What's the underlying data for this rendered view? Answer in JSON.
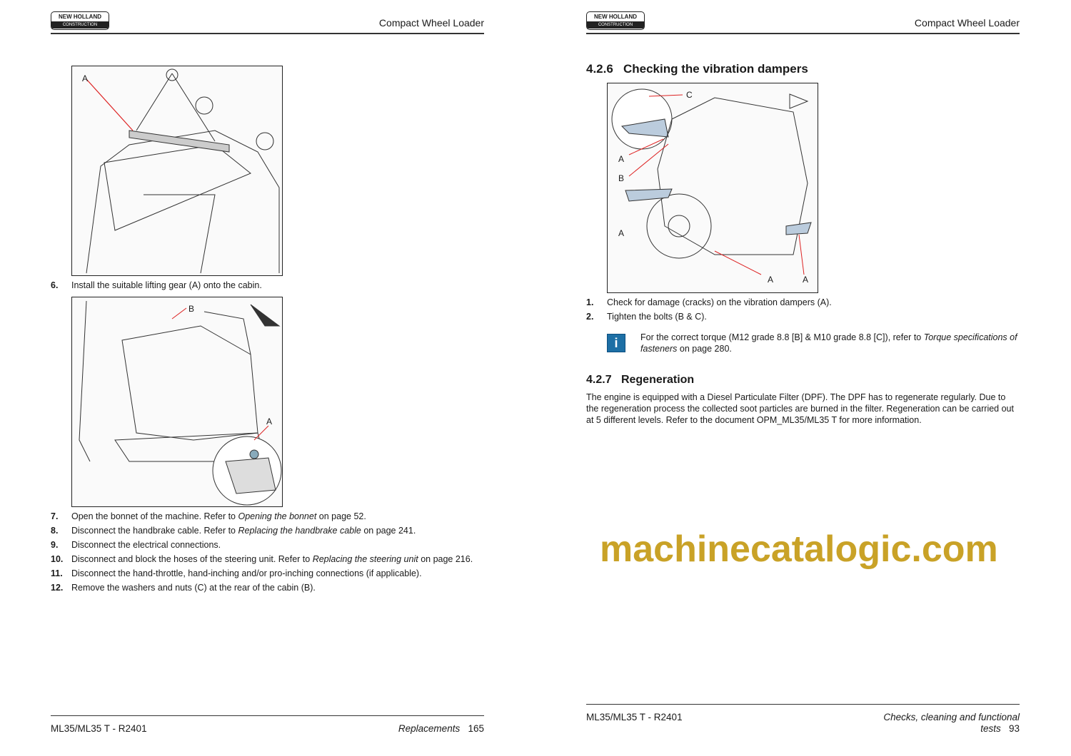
{
  "left": {
    "logo": {
      "brand": "NEW HOLLAND",
      "sub": "CONSTRUCTION"
    },
    "header": "Compact Wheel Loader",
    "fig1_labels": [
      "A"
    ],
    "fig2_labels": [
      "B",
      "A"
    ],
    "step6": {
      "n": "6.",
      "text": "Install the suitable lifting gear (A) onto the cabin."
    },
    "steps": [
      {
        "n": "7.",
        "pre": "Open the bonnet of the machine. Refer to ",
        "ref": "Opening the bonnet",
        "post": " on page 52."
      },
      {
        "n": "8.",
        "pre": "Disconnect the handbrake cable. Refer to ",
        "ref": "Replacing the handbrake cable",
        "post": " on page 241."
      },
      {
        "n": "9.",
        "pre": "Disconnect the electrical connections.",
        "ref": "",
        "post": ""
      },
      {
        "n": "10.",
        "pre": "Disconnect and block the hoses of the steering unit. Refer to ",
        "ref": "Replacing the steering unit",
        "post": " on page 216."
      },
      {
        "n": "11.",
        "pre": "Disconnect the hand-throttle, hand-inching and/or pro-inching connections (if applicable).",
        "ref": "",
        "post": ""
      },
      {
        "n": "12.",
        "pre": "Remove the washers and nuts (C) at the rear of the cabin (B).",
        "ref": "",
        "post": ""
      }
    ],
    "footer": {
      "model": "ML35/ML35 T -  R2401",
      "section": "Replacements",
      "page": "165"
    }
  },
  "right": {
    "logo": {
      "brand": "NEW HOLLAND",
      "sub": "CONSTRUCTION"
    },
    "header": "Compact Wheel Loader",
    "section_num": "4.2.6",
    "section_title": "Checking the vibration dampers",
    "fig_labels": [
      "C",
      "A",
      "B",
      "A",
      "A",
      "A"
    ],
    "steps": [
      {
        "n": "1.",
        "text": "Check for damage (cracks) on the vibration dampers (A)."
      },
      {
        "n": "2.",
        "text": "Tighten the bolts (B & C)."
      }
    ],
    "note": {
      "pre": "For the correct torque (M12 grade 8.8 [B] & M10 grade 8.8 [C]), refer to ",
      "ref": "Torque specifications of fasteners",
      "post": " on page 280."
    },
    "section2_num": "4.2.7",
    "section2_title": "Regeneration",
    "para": "The engine is equipped with a Diesel Particulate Filter (DPF). The DPF has to regenerate regularly. Due to the regeneration process the collected soot particles are burned in the filter. Regeneration can be carried out at 5 different levels. Refer to the document OPM_ML35/ML35 T for more information.",
    "footer": {
      "model": "ML35/ML35 T -  R2401",
      "section": "Checks, cleaning and functional tests",
      "page": "93"
    }
  },
  "watermark": "machinecatalogic.com"
}
